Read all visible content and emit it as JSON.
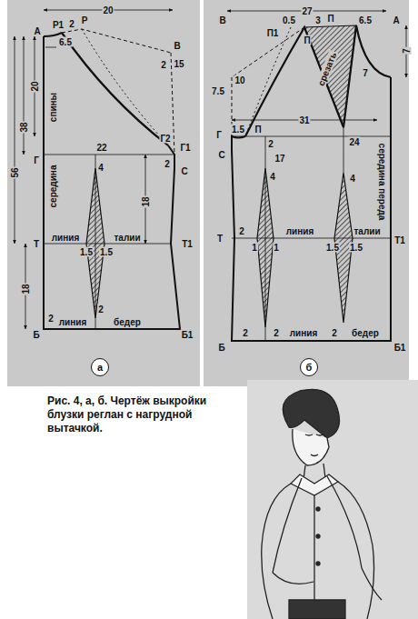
{
  "diagram": {
    "caption": "Рис. 4, а, б. Чертёж выкройки блузки реглан с нагрудной вытачкой.",
    "nodes": [
      {
        "text": [
          "а"
        ]
      },
      {
        "text": [
          "б"
        ]
      }
    ],
    "labels": [
      "20",
      "А",
      "Р1",
      "2",
      "Р",
      "В",
      "2",
      "15",
      "6.5",
      "20",
      "38",
      "56",
      "спины",
      "середина",
      "Г",
      "22",
      "4",
      "Г2",
      "Г1",
      "2",
      "С",
      "18",
      "линия",
      "Т",
      "1.5",
      "1.5",
      "талии",
      "Т1",
      "18",
      "2",
      "2",
      "линия",
      "бедер",
      "Б",
      "Б1",
      "27",
      "В",
      "0.5",
      "3",
      "6.5",
      "А",
      "П1",
      "П",
      "П",
      "7",
      "7",
      "срезать",
      "7.5",
      "10",
      "31",
      "Г",
      "1.5",
      "С",
      "П",
      "2",
      "17",
      "4",
      "24",
      "4",
      "середина переда",
      "Т",
      "2",
      "1",
      "1",
      "1.5",
      "1.5",
      "линия",
      "талии",
      "Т1",
      "Б",
      "2",
      "2",
      "линия",
      "2",
      "бедер",
      "Б1"
    ]
  }
}
